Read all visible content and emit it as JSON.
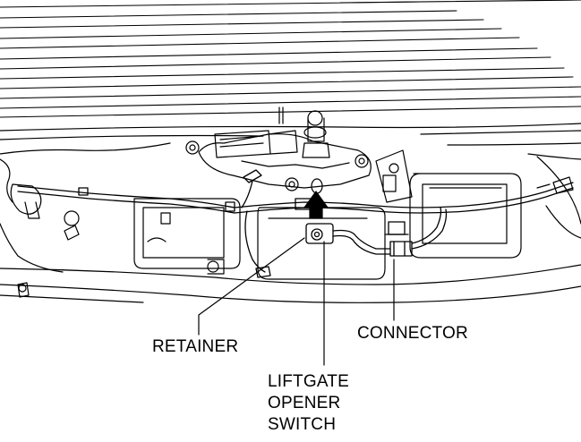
{
  "labels": {
    "retainer": "RETAINER",
    "connector": "CONNECTOR",
    "switch_line1": "LIFTGATE",
    "switch_line2": "OPENER",
    "switch_line3": "SWITCH"
  },
  "colors": {
    "ink": "#000000",
    "paper": "#ffffff"
  }
}
